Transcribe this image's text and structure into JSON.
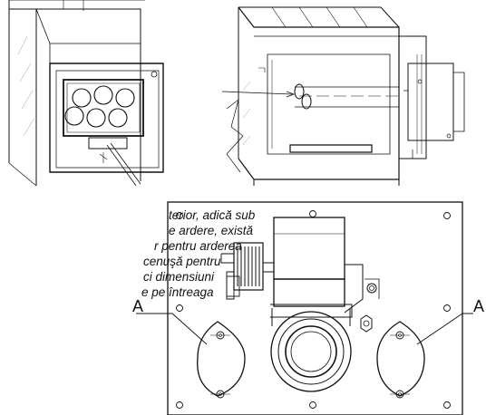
{
  "caption_lines": [
    "terior, adică sub",
    "e ardere, există",
    "r pentru arderea",
    "cenuşă pentru",
    "ci dimensiuni",
    "e pe întreaga"
  ],
  "labels": {
    "left_marker": "A",
    "right_marker": "A"
  }
}
